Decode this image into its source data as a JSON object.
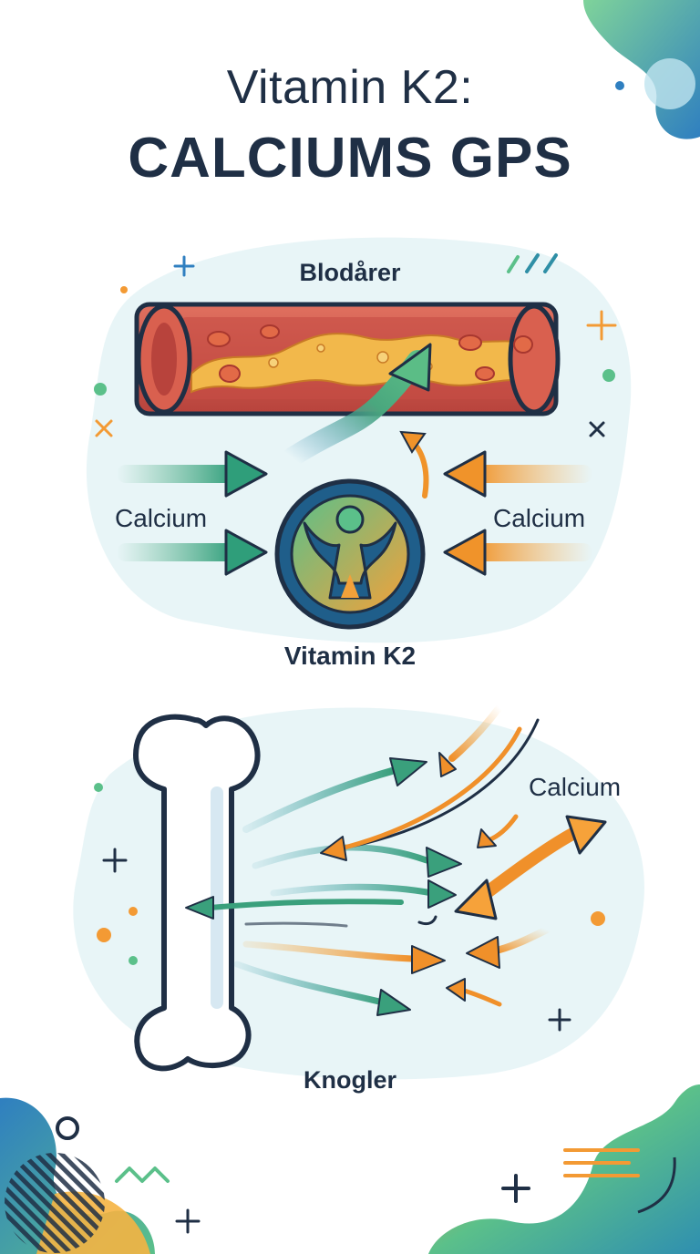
{
  "title": {
    "line1": "Vitamin K2:",
    "line2": "CALCIUMS GPS"
  },
  "labels": {
    "vessel": "Blodårer",
    "calcium_left": "Calcium",
    "calcium_right": "Calcium",
    "vitamin": "Vitamin K2",
    "calcium_bone": "Calcium",
    "bone": "Knogler"
  },
  "colors": {
    "text": "#1f2f45",
    "green": "#5bb38a",
    "teal": "#2f8fa6",
    "orange": "#f39a34",
    "vessel_red": "#d4584c",
    "plaque": "#f2b84b"
  },
  "icons": [
    "blood-vessel-icon",
    "vitamin-k2-icon",
    "bone-icon"
  ]
}
